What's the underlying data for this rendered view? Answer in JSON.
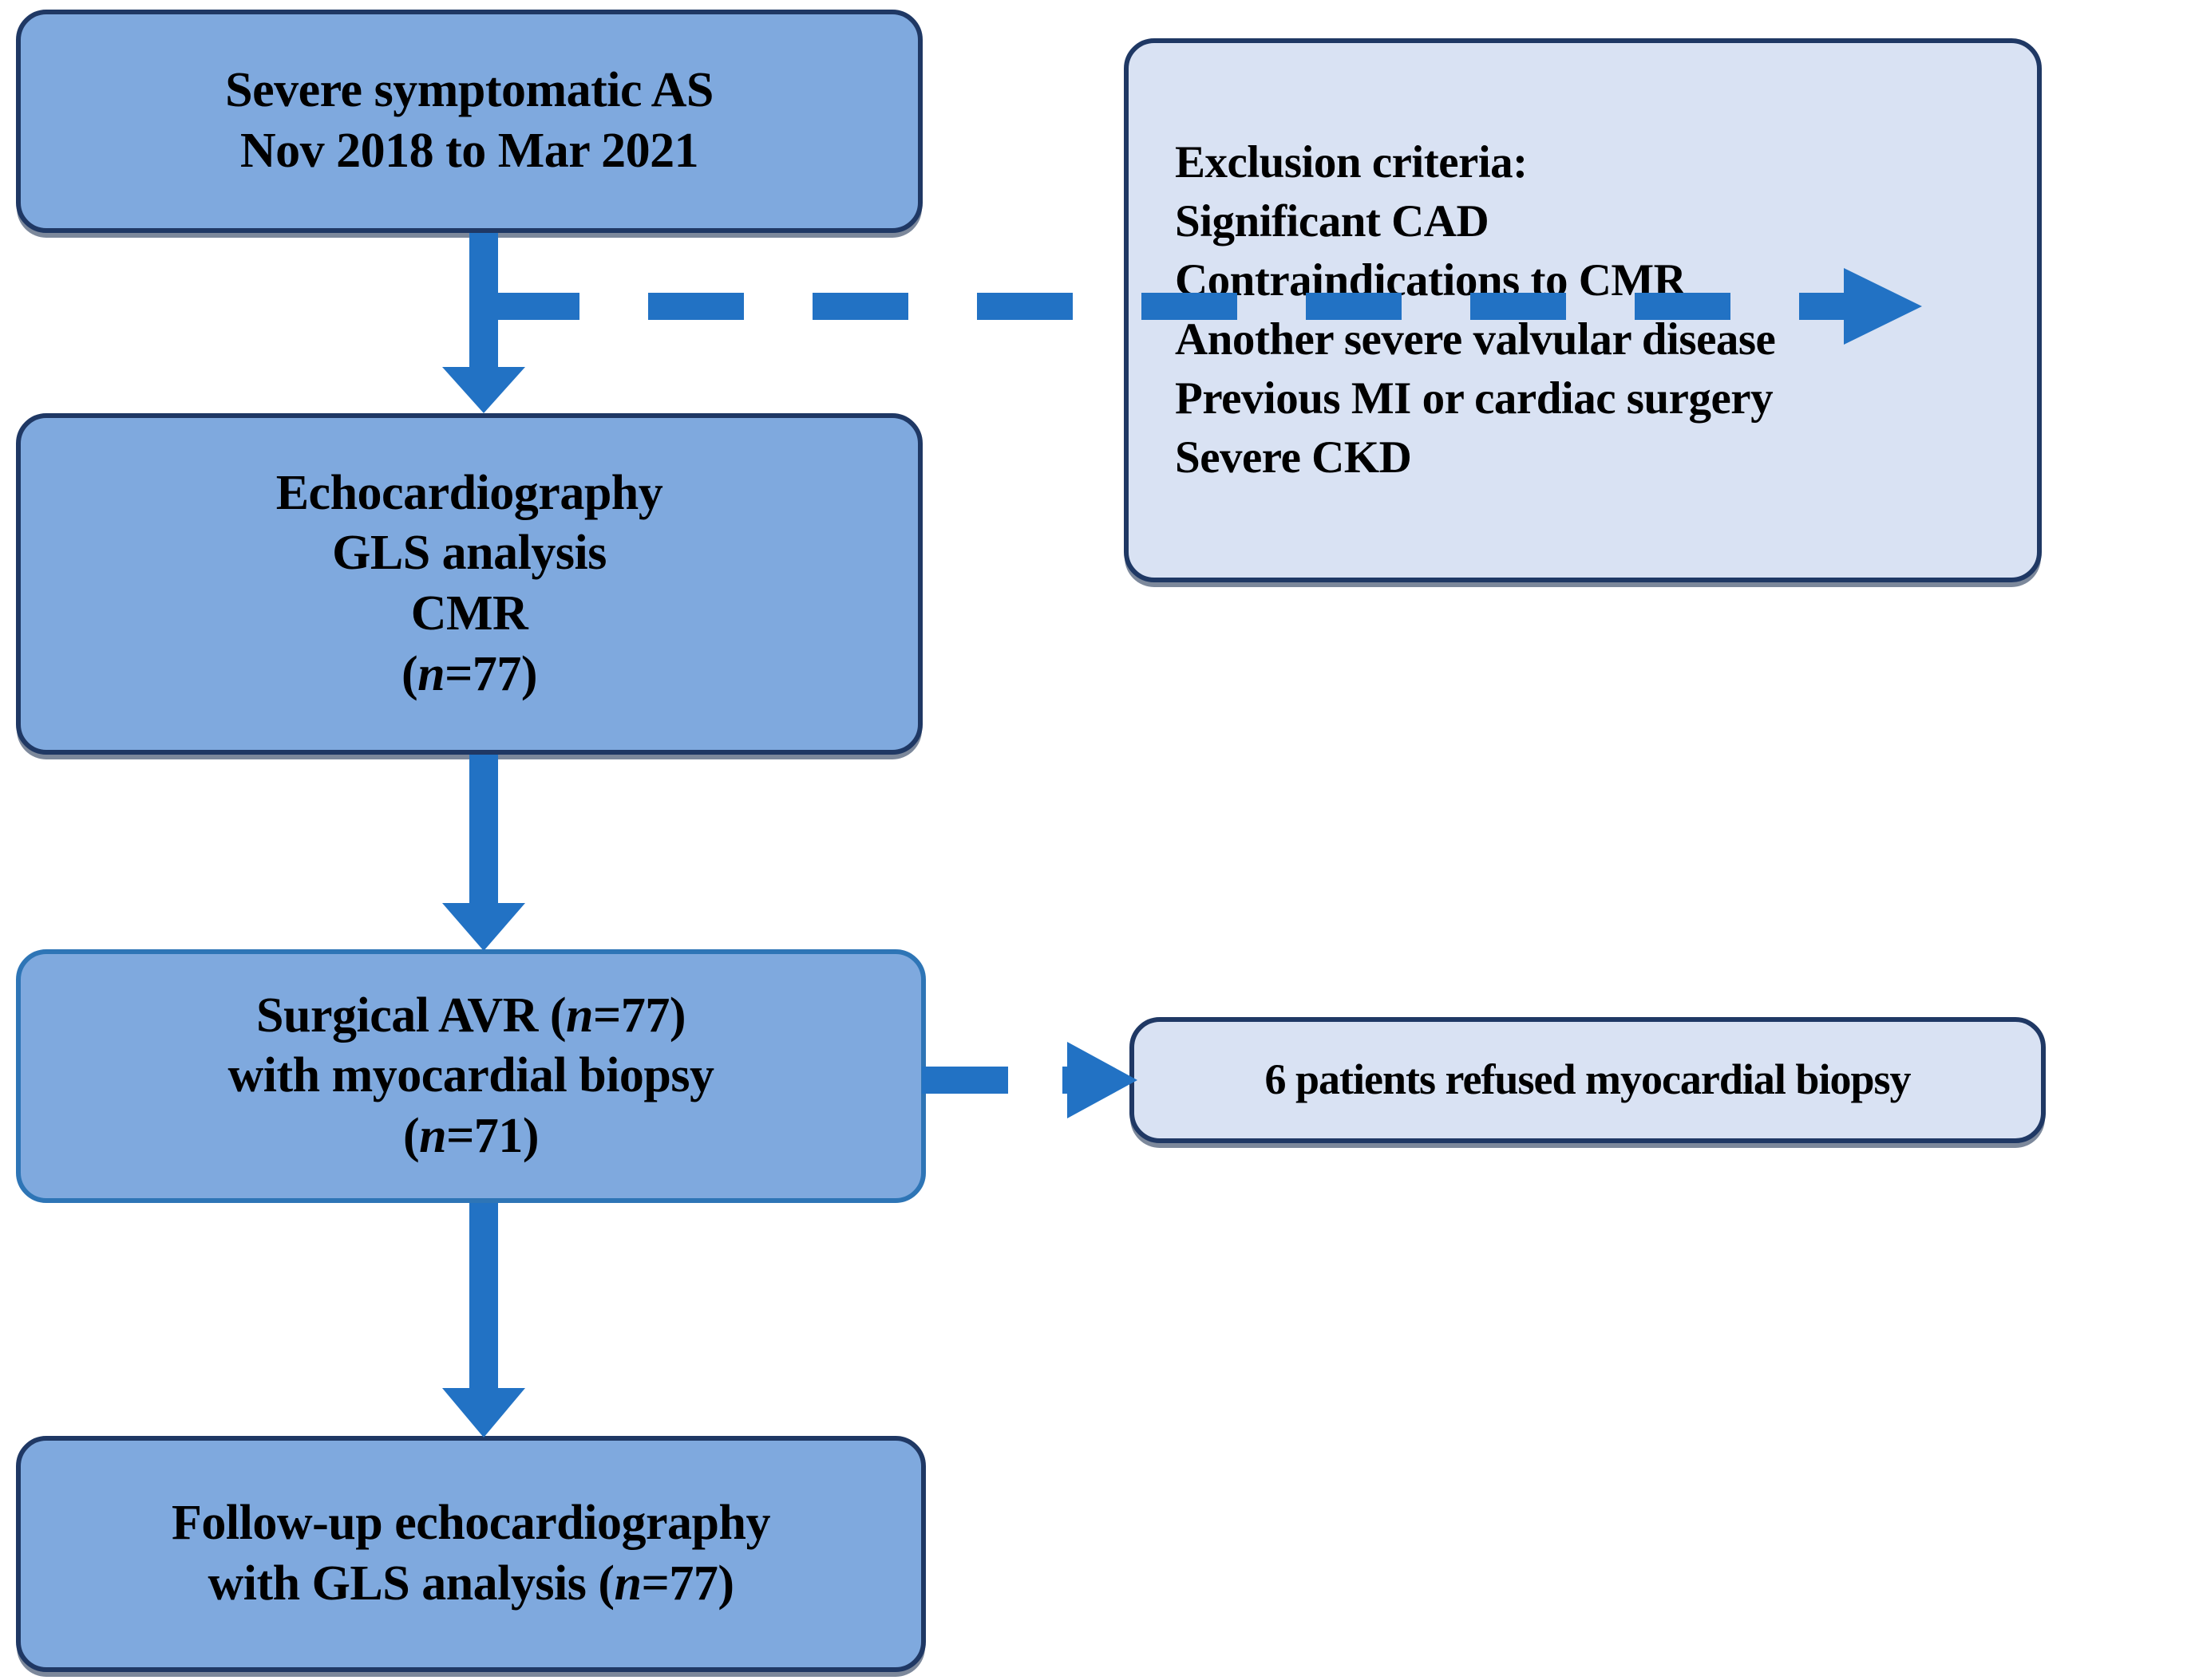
{
  "figure": {
    "type": "flowchart",
    "title": "Study enrollment flowchart",
    "colors": {
      "primary_fill": "#7FA9DE",
      "secondary_fill": "#D9E2F3",
      "navy_border": "#1F3864",
      "mid_blue_border": "#2E75B6",
      "arrow": "#2272C4",
      "text": "#000000"
    }
  },
  "nodes": {
    "screening": {
      "lines": [
        "Severe symptomatic AS",
        "Nov 2018 to Mar 2021"
      ]
    },
    "exclusion": {
      "heading": "Exclusion criteria:",
      "items": [
        "Significant CAD",
        "Contraindications to CMR",
        "Another severe valvular disease",
        "Previous MI or cardiac surgery",
        "Severe CKD"
      ]
    },
    "baseline": {
      "lines": [
        "Echocardiography",
        "GLS analysis",
        "CMR"
      ],
      "count_prefix": "(",
      "count_italic": "n",
      "count_suffix": "=77)"
    },
    "avr": {
      "line1_a": "Surgical AVR (",
      "line1_italic": "n",
      "line1_b": "=77)",
      "line2": "with myocardial biopsy",
      "line3_a": "(",
      "line3_italic": "n",
      "line3_b": "=71)"
    },
    "refused": {
      "text": "6 patients refused myocardial biopsy"
    },
    "followup": {
      "line1": "Follow-up echocardiography",
      "line2_a": "with GLS analysis (",
      "line2_italic": "n",
      "line2_b": "=77)"
    }
  },
  "connectors": [
    {
      "name": "screening-to-baseline",
      "style": "solid",
      "direction": "down"
    },
    {
      "name": "screening-to-exclusion",
      "style": "dashed",
      "direction": "right"
    },
    {
      "name": "baseline-to-avr",
      "style": "solid",
      "direction": "down"
    },
    {
      "name": "avr-to-refused",
      "style": "dashed",
      "direction": "right"
    },
    {
      "name": "avr-to-followup",
      "style": "solid",
      "direction": "down"
    }
  ]
}
